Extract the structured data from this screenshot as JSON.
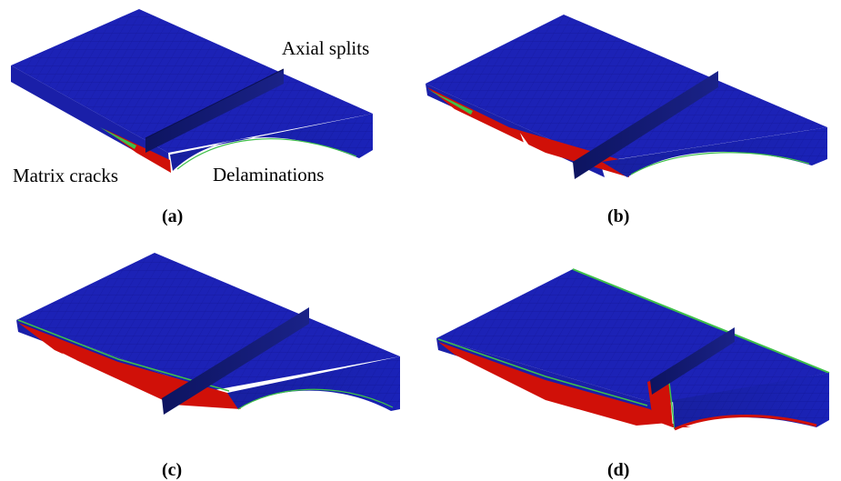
{
  "annotations": {
    "axial_splits": "Axial splits",
    "matrix_cracks": "Matrix cracks",
    "delaminations": "Delaminations"
  },
  "captions": {
    "a": "(a)",
    "b": "(b)",
    "c": "(c)",
    "d": "(d)"
  },
  "colors": {
    "undamaged": "#1a1fb0",
    "damaged": "#d01008",
    "transition": "#3fc04a"
  }
}
